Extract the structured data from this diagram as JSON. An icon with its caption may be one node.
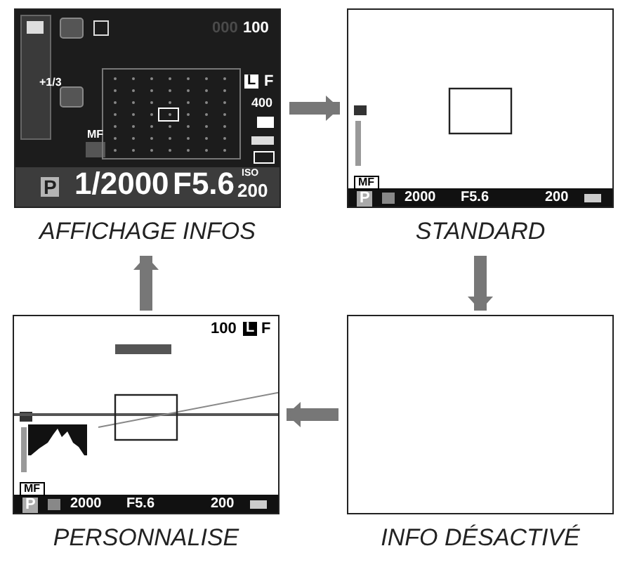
{
  "diagram": {
    "nodes": [
      {
        "text": [
          "AFFICHAGE INFOS"
        ]
      },
      {
        "text": [
          "STANDARD"
        ]
      },
      {
        "text": [
          "PERSONNALISE"
        ]
      },
      {
        "text": [
          "INFO DÉSACTIVÉ"
        ]
      }
    ],
    "edges": [
      {
        "from": 0,
        "to": 1,
        "arrow": "to"
      },
      {
        "from": 1,
        "to": 3,
        "arrow": "to"
      },
      {
        "from": 3,
        "to": 2,
        "arrow": "to"
      },
      {
        "from": 2,
        "to": 0,
        "arrow": "to"
      }
    ],
    "labels": [
      "000",
      "100",
      "+1/3",
      "L",
      "F",
      "400",
      "MF",
      "P",
      "1/2000",
      "F5.6",
      "ISO",
      "200",
      "MF",
      "P",
      "2000",
      "F5.6",
      "200",
      "100",
      "L",
      "F",
      "MF",
      "P",
      "2000",
      "F5.6",
      "200"
    ]
  }
}
